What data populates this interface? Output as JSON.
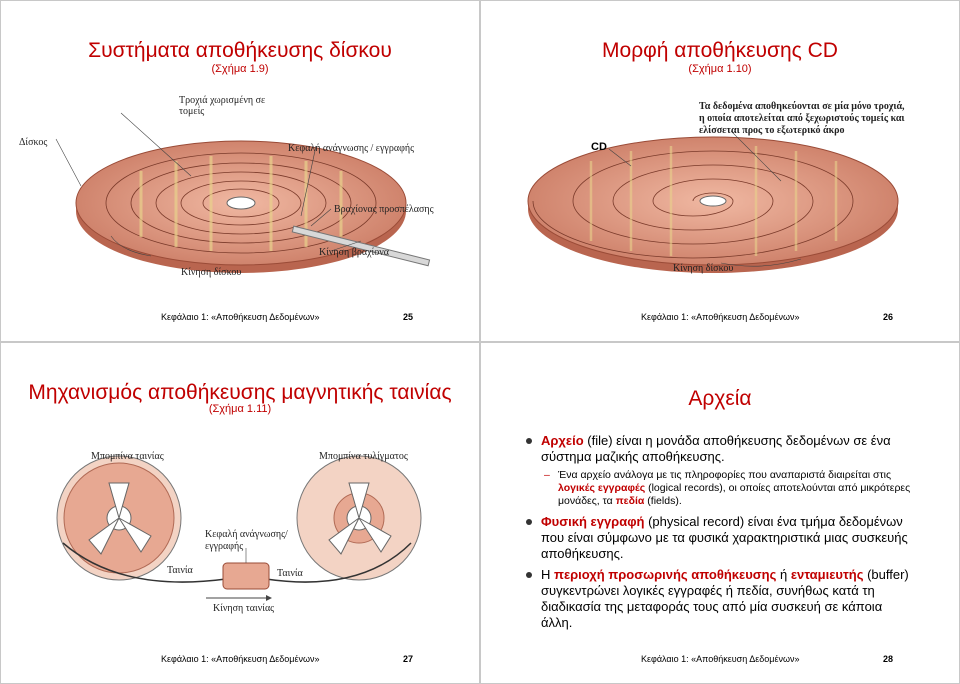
{
  "slides": [
    {
      "title": "Συστήματα αποθήκευσης δίσκου",
      "subtitle": "(Σχήμα 1.9)",
      "footer": "Κεφάλαιο 1: «Αποθήκευση Δεδομένων»",
      "page": "25",
      "figure": {
        "track": "Τροχιά χωρισμένη σε τομείς",
        "disk": "Δίσκος",
        "head": "Κεφαλή ανάγνωσης / εγγραφής",
        "arm": "Βραχίονας προσπέλασης",
        "arm_motion": "Κίνηση βραχίονα",
        "disk_motion": "Κίνηση δίσκου"
      }
    },
    {
      "title": "Μορφή αποθήκευσης CD",
      "subtitle": "(Σχήμα 1.10)",
      "footer": "Κεφάλαιο 1: «Αποθήκευση Δεδομένων»",
      "page": "26",
      "figure": {
        "cd": "CD",
        "note": "Τα δεδομένα αποθηκεύονται σε μία μόνο τροχιά, η οποία αποτελείται από ξεχωριστούς τομείς και ελίσσεται προς το εξωτερικό άκρο",
        "disk_motion": "Κίνηση δίσκου"
      }
    },
    {
      "title": "Μηχανισμός αποθήκευσης μαγνητικής ταινίας",
      "subtitle": "(Σχήμα 1.11)",
      "footer": "Κεφάλαιο 1: «Αποθήκευση Δεδομένων»",
      "page": "27",
      "figure": {
        "reel_left": "Μπομπίνα ταινίας",
        "reel_right": "Μπομπίνα τυλίγματος",
        "head": "Κεφαλή ανάγνωσης/εγγραφής",
        "tape_left": "Ταινία",
        "tape_right": "Ταινία",
        "tape_motion": "Κίνηση ταινίας"
      }
    },
    {
      "title": "Αρχεία",
      "footer": "Κεφάλαιο 1: «Αποθήκευση Δεδομένων»",
      "page": "28",
      "b1_term": "Αρχείο",
      "b1_rest": " (file) είναι η μονάδα αποθήκευσης δεδομένων σε ένα σύστημα μαζικής αποθήκευσης.",
      "b1a_pre": "Ένα αρχείο ανάλογα με τις πληροφορίες που αναπαριστά διαιρείται στις ",
      "b1a_term1": "λογικές εγγραφές",
      "b1a_mid": " (logical records), οι οποίες αποτελούνται από μικρότερες μονάδες, τα ",
      "b1a_term2": "πεδία",
      "b1a_post": " (fields).",
      "b2_term": "Φυσική εγγραφή",
      "b2_rest": " (physical record) είναι ένα τμήμα δεδομένων που είναι σύμφωνο με τα φυσικά χαρακτηριστικά μιας συσκευής αποθήκευσης.",
      "b3_pre": "Η ",
      "b3_term1": "περιοχή προσωρινής αποθήκευσης",
      "b3_mid": " ή ",
      "b3_term2": "ενταμιευτής",
      "b3_post": " (buffer) συγκεντρώνει λογικές εγγραφές ή πεδία, συνήθως κατά τη διαδικασία της μεταφοράς τους από μία συσκευή σε κάποια άλλη."
    }
  ]
}
